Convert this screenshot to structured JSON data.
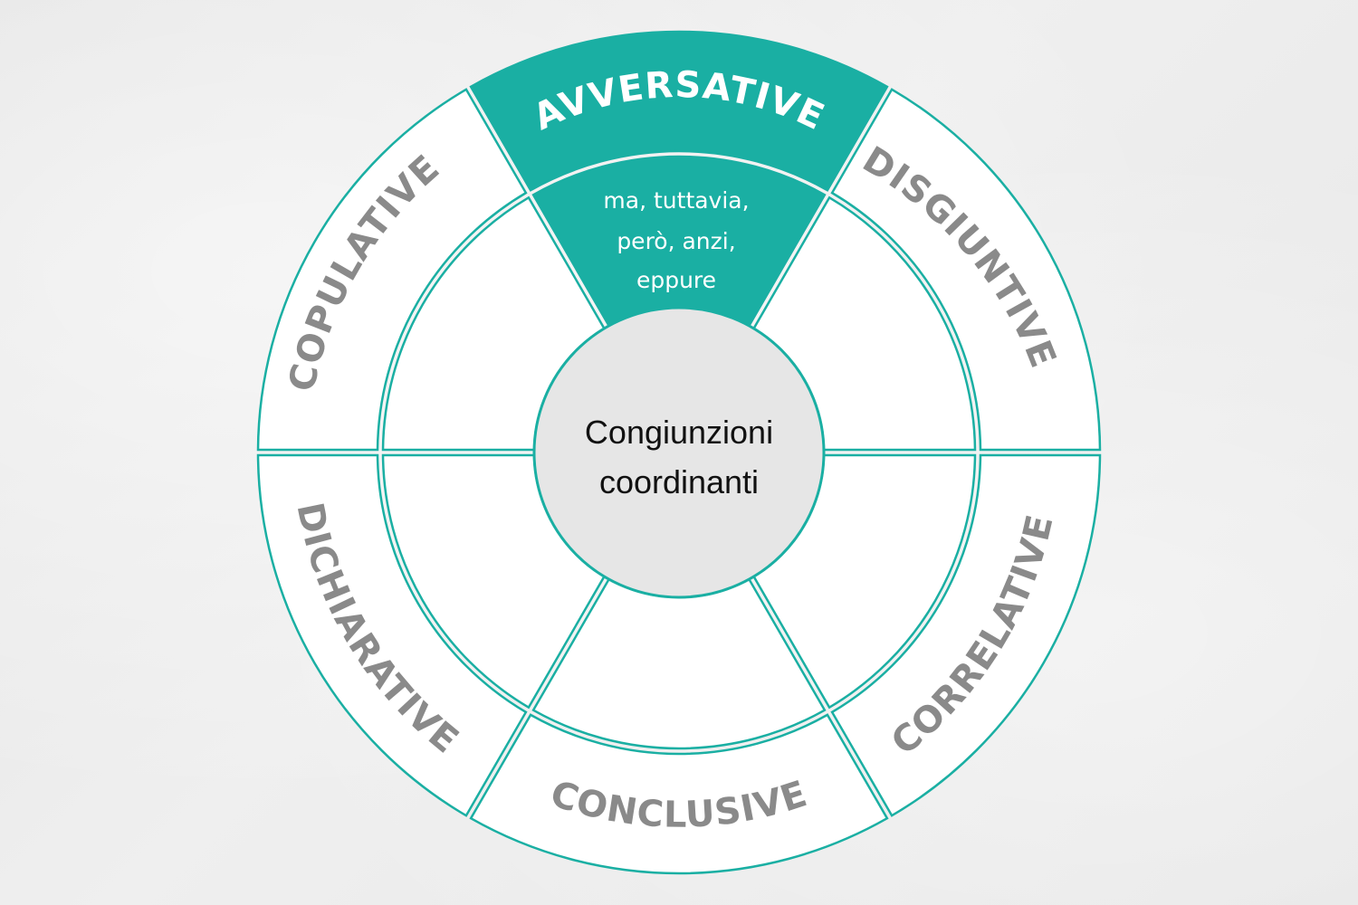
{
  "diagram": {
    "accent_color": "#1aafa3",
    "center": {
      "line1": "Congiunzioni",
      "line2": "coordinanti"
    },
    "segments": [
      {
        "id": "avversative",
        "label": "AVVERSATIVE",
        "active": true,
        "examples": [
          "ma, tuttavia,",
          "però, anzi,",
          "eppure"
        ]
      },
      {
        "id": "disgiuntive",
        "label": "DISGIUNTIVE",
        "active": false,
        "examples": []
      },
      {
        "id": "correlative",
        "label": "CORRELATIVE",
        "active": false,
        "examples": []
      },
      {
        "id": "conclusive",
        "label": "CONCLUSIVE",
        "active": false,
        "examples": []
      },
      {
        "id": "dichiarative",
        "label": "DICHIARATIVE",
        "active": false,
        "examples": []
      },
      {
        "id": "copulative",
        "label": "COPULATIVE",
        "active": false,
        "examples": []
      }
    ]
  }
}
